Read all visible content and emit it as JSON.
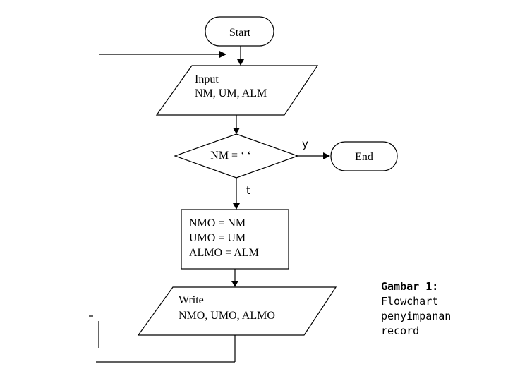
{
  "flowchart": {
    "start": "Start",
    "input": {
      "title": "Input",
      "vars": "NM, UM, ALM"
    },
    "decision": {
      "condition": "NM = ‘ ‘",
      "yes": "y",
      "no": "t"
    },
    "end": "End",
    "process": [
      "NMO = NM",
      "UMO = UM",
      "ALMO = ALM"
    ],
    "write": {
      "title": "Write",
      "vars": "NMO, UMO, ALMO"
    }
  },
  "caption": {
    "title": "Gambar 1:",
    "line1": "Flowchart",
    "line2": "penyimpanan",
    "line3": "record"
  }
}
